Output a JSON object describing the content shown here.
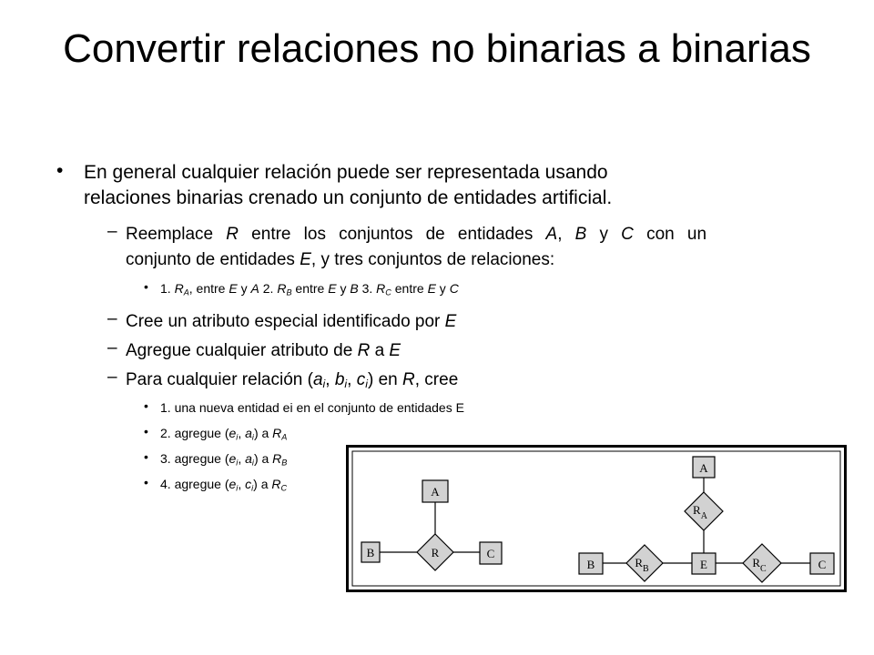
{
  "title": "Convertir relaciones no binarias a binarias",
  "bullet_main": "•",
  "bullet_dash": "–",
  "bullet_small": "•",
  "intro": {
    "line1": "En general cualquier relación puede ser representada usando",
    "line2": "relaciones binarias crenado un conjunto de entidades artificial."
  },
  "replace": {
    "p1": "Reemplace ",
    "R": "R",
    "p2": " entre los conjuntos de entidades ",
    "A": "A",
    "c1": ", ",
    "B": "B",
    "y": " y ",
    "C": "C",
    "p3": " con un",
    "p4": "conjunto de entidades ",
    "E": "E",
    "p5": ", y tres conjuntos de relaciones:"
  },
  "relations": {
    "n1": "1. ",
    "RA_base": "R",
    "RA_sub": "A",
    "t1": ", entre ",
    "E1": "E",
    "y1": " y ",
    "A1": "A",
    "n2": "  2. ",
    "RB_base": "R",
    "RB_sub": "B",
    "t2": " entre ",
    "E2": "E",
    "y2": " y ",
    "B2": "B",
    "n3": "  3. ",
    "RC_base": "R",
    "RC_sub": "C",
    "t3": " entre ",
    "E3": "E",
    "y3": " y ",
    "C3": "C"
  },
  "attr_id": {
    "text": "Cree un atributo especial identificado por ",
    "E": "E"
  },
  "attr_add": {
    "t1": "Agregue cualquier atributo de ",
    "R": "R",
    "t2": " a ",
    "E": "E"
  },
  "for_each": {
    "t1": "Para cualquier relación (",
    "a": "a",
    "b": "b",
    "c": "c",
    "i": "i",
    "sep": ", ",
    "t2": ") en ",
    "R": "R",
    "t3": ", cree"
  },
  "steps": {
    "s1": "1. una nueva entidad ei en el conjunto de entidades E",
    "s2": {
      "pre": "2. agregue (",
      "e": "e",
      "i": "i",
      "sep": ", ",
      "v": "a",
      "mid": ") a ",
      "R": "R",
      "sub": "A"
    },
    "s3": {
      "pre": "3. agregue (",
      "e": "e",
      "i": "i",
      "sep": ", ",
      "v": "a",
      "mid": ") a ",
      "R": "R",
      "sub": "B"
    },
    "s4": {
      "pre": "4. agregue (",
      "e": "e",
      "i": "i",
      "sep": ", ",
      "v": "c",
      "mid": ") a ",
      "R": "R",
      "sub": "C"
    }
  },
  "diagram": {
    "left": {
      "A": "A",
      "B": "B",
      "C": "C",
      "R": "R"
    },
    "right": {
      "A": "A",
      "B": "B",
      "C": "C",
      "E": "E",
      "RA": "R",
      "RA_sub": "A",
      "RB": "R",
      "RB_sub": "B",
      "RC": "R",
      "RC_sub": "C"
    },
    "colors": {
      "box_fill": "#d2d2d2",
      "line": "#000000",
      "frame": "#000000"
    }
  }
}
